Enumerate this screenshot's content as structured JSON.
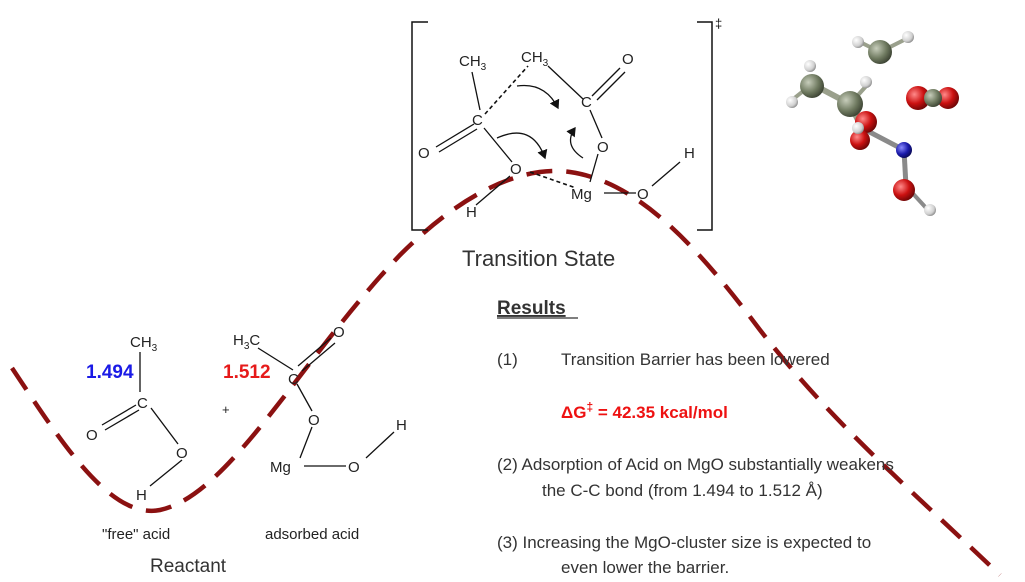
{
  "transition_state": {
    "label": "Transition State",
    "dagger": "‡",
    "ch3_a": "CH",
    "ch3_a_sub": "3",
    "ch3_b": "CH",
    "ch3_b_sub": "3",
    "o1": "O",
    "c1": "C",
    "o2": "O",
    "c2": "C",
    "o3": "O",
    "o4": "O",
    "mg": "Mg",
    "o5": "O",
    "h1": "H",
    "h2": "H"
  },
  "free_acid": {
    "ch3": "CH",
    "ch3_sub": "3",
    "bond_length": "1.494",
    "c": "C",
    "o_double": "O",
    "o_single": "O",
    "h": "H",
    "caption": "\"free\" acid"
  },
  "adsorbed_acid": {
    "h3c": "H",
    "h3c_sub": "3",
    "h3c_c": "C",
    "bond_length": "1.512",
    "c": "C",
    "o_double": "O",
    "o_single": "O",
    "mg": "Mg",
    "o_mg": "O",
    "h": "H",
    "caption": "adsorbed acid"
  },
  "plus": "+",
  "reactant_label": "Reactant",
  "results": {
    "heading": "Results",
    "item1_num": "(1)",
    "item1_text": "Transition Barrier has been lowered",
    "delta_g_prefix": "ΔG",
    "delta_g_sup": "‡",
    "delta_g_value": " = 42.35 kcal/mol",
    "item2_line1": "(2) Adsorption of Acid on MgO substantially weakens",
    "item2_line2": "the C-C bond (from 1.494 to 1.512 Å)",
    "item3_line1": "(3) Increasing the MgO-cluster size is expected to",
    "item3_line2": "even lower the barrier."
  },
  "colors": {
    "curve": "#8b1111",
    "blue_value": "#1a1ae6",
    "red_value": "#e61a1a",
    "delta_g": "#ee1111",
    "carbon_atom": "#6f7a60",
    "oxygen_atom": "#cc1111",
    "nitrogen_atom": "#1a1aaa",
    "hydrogen_atom": "#dddddd"
  }
}
